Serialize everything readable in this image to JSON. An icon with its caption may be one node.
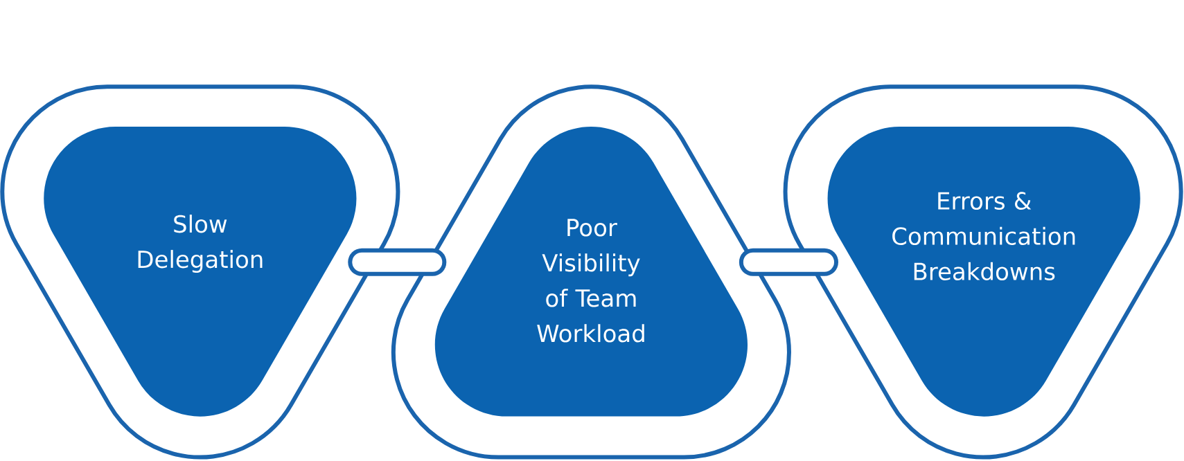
{
  "diagram": {
    "nodes": [
      {
        "text": [],
        "shape": "triangle"
      },
      {
        "text": [
          "Slow Delegation"
        ],
        "in": 0
      },
      {
        "text": [],
        "shape": "triangle"
      },
      {
        "text": [
          "Poor Visibility of Team Workload"
        ],
        "in": 2
      },
      {
        "text": [],
        "shape": "triangle"
      },
      {
        "text": [
          "Errors & Communication Breakdowns"
        ],
        "in": 4
      }
    ],
    "edges": [
      {
        "from": 0,
        "to": 2,
        "arrow": "none"
      },
      {
        "from": 2,
        "to": 4,
        "arrow": "none"
      }
    ]
  }
}
